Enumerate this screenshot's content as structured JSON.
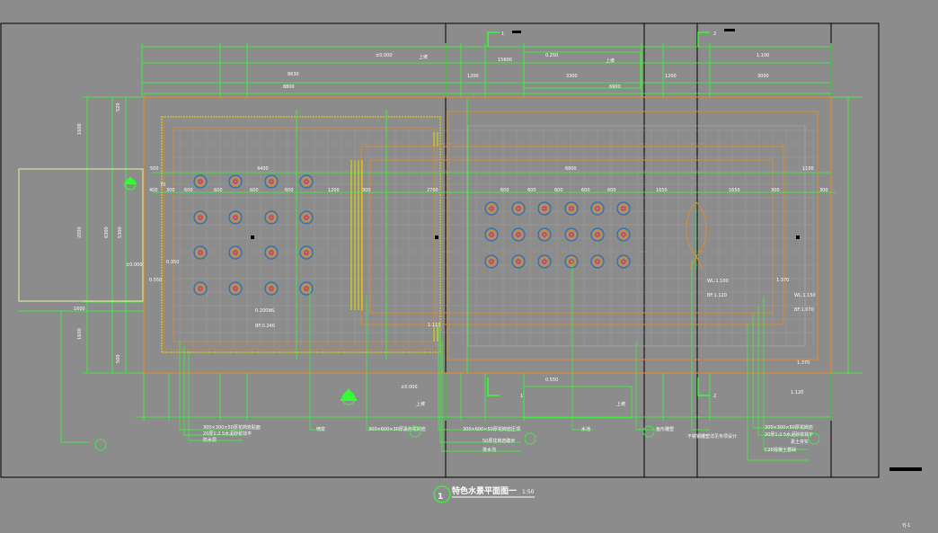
{
  "drawing": {
    "title": "特色水景平面图一",
    "scale": "1:50",
    "detail_number": "1",
    "sheet_code": "YJ-1"
  },
  "colors": {
    "background": "#8c8c8c",
    "border": "#000000",
    "dimension": "#33ff33",
    "outline": "#e08a2c",
    "yellow": "#e8e000",
    "pool_line": "#b0b0b0",
    "text": "#ffffff"
  },
  "section_marks": [
    {
      "id": "s1-top",
      "num": "1"
    },
    {
      "id": "s2-top",
      "num": "2"
    },
    {
      "id": "s1-bot",
      "num": "1"
    },
    {
      "id": "s2-bot",
      "num": "2"
    }
  ],
  "dims_top": {
    "d1": "±0.000",
    "d2": "15600",
    "d3": "0.250",
    "d4": "1.100",
    "d5": "8630",
    "d6": "1200",
    "d7": "3300",
    "d8": "1200",
    "d9": "3000",
    "d10": "8800",
    "d11": "6900",
    "d12": "上坡",
    "d13": "上坡"
  },
  "dims_left": {
    "l1": "1600",
    "l2": "520",
    "l3": "2000",
    "l4": "6300",
    "l5": "5300",
    "l6": "1600",
    "l7": "500",
    "l8": "1600"
  },
  "dims_inner": {
    "i1": "4400",
    "i2": "400",
    "i3": "300",
    "i4": "600",
    "i5": "600",
    "i6": "600",
    "i7": "600",
    "i8": "1200",
    "i9": "300",
    "i10": "2700",
    "i11": "6800",
    "i12": "600",
    "i13": "600",
    "i14": "600",
    "i15": "600",
    "i16": "600",
    "i17": "1650",
    "i18": "1650",
    "i19": "300",
    "i20": "300",
    "i21": "1100",
    "i22": "500",
    "i23": "70"
  },
  "levels": {
    "e1": "±0.000",
    "e2": "0.550",
    "e3": "0.350",
    "e4": "0.200WL",
    "e5": "BF:0.240",
    "e6": "WL:1.100",
    "e7": "BF:1.120",
    "e8": "1.370",
    "e9": "WL:1.150",
    "e10": "BF:1.070",
    "e11": "1.370",
    "e12": "1.120",
    "e13": "0.550",
    "e14": "±0.000",
    "e15": "1.110",
    "e16": "上坡",
    "e17": "上坡"
  },
  "callouts": {
    "c1": "300×300×50厚花岗岩贴面",
    "c2": "20厚1:2.5水泥砂浆找平",
    "c3": "防水层",
    "c4": "喷泉",
    "c5": "300×600×30厚黑色花岗岩",
    "c6": "300×600×50厚花岗岩压顶",
    "c7": "50厚花岗岩踏步",
    "c8": "排水沟",
    "c9": "水池",
    "c10": "鱼形雕塑",
    "c11": "不锈钢雕塑详见专项设计",
    "c12": "300×300×50厚花岗岩",
    "c13": "20厚1:2.5水泥砂浆找平",
    "c14": "素土夯实",
    "c15": "C20混凝土基础"
  }
}
